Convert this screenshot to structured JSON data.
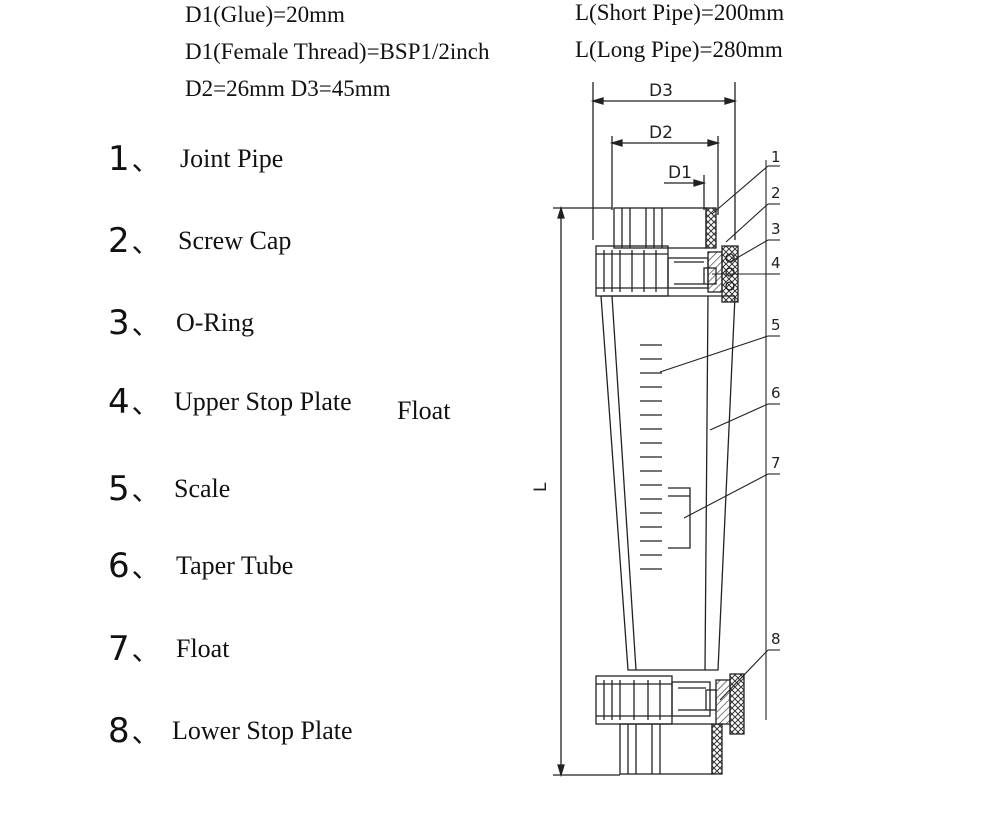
{
  "specs": {
    "d1_glue": "D1(Glue)=20mm",
    "d1_female_thread": "D1(Female Thread)=BSP1/2inch",
    "d2_d3": "D2=26mm D3=45mm",
    "l_short": "L(Short Pipe)=200mm",
    "l_long": "L(Long Pipe)=280mm"
  },
  "parts": [
    {
      "num": "1",
      "sep": "、",
      "name": "Joint Pipe"
    },
    {
      "num": "2",
      "sep": "、",
      "name": "Screw Cap"
    },
    {
      "num": "3",
      "sep": "、",
      "name": "O-Ring"
    },
    {
      "num": "4",
      "sep": "、",
      "name": "Upper Stop Plate"
    },
    {
      "num": "5",
      "sep": "、",
      "name": "Scale"
    },
    {
      "num": "6",
      "sep": "、",
      "name": "Taper Tube"
    },
    {
      "num": "7",
      "sep": "、",
      "name": "Float"
    },
    {
      "num": "8",
      "sep": "、",
      "name": "Lower Stop Plate"
    }
  ],
  "stray_label": "Float",
  "diagram": {
    "dim_d3": "D3",
    "dim_d2": "D2",
    "dim_d1": "D1",
    "dim_l": "L",
    "callouts": [
      "1",
      "2",
      "3",
      "4",
      "5",
      "6",
      "7",
      "8"
    ]
  }
}
